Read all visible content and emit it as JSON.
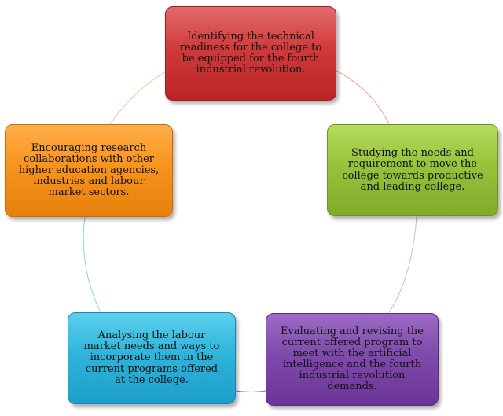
{
  "diagram": {
    "nodes": [
      {
        "id": "technical-readiness",
        "text": "Identifying the technical readiness for the college to be equipped for the fourth industrial revolution.",
        "color": "#c62f2f"
      },
      {
        "id": "needs-requirement",
        "text": "Studying the needs and requirement to move the college towards productive and leading college.",
        "color": "#8dbb35"
      },
      {
        "id": "evaluate-programs",
        "text": "Evaluating and revising the current offered program to meet with the artificial intelligence and the fourth industrial revolution demands.",
        "color": "#7a43a6"
      },
      {
        "id": "labour-market",
        "text": "Analysing the labour market needs and ways to incorporate them in the current programs offered at the college.",
        "color": "#29aed6"
      },
      {
        "id": "research-collaboration",
        "text": "Encouraging research collaborations with other higher education agencies, industries and labour market sectors.",
        "color": "#f58c14"
      }
    ]
  }
}
